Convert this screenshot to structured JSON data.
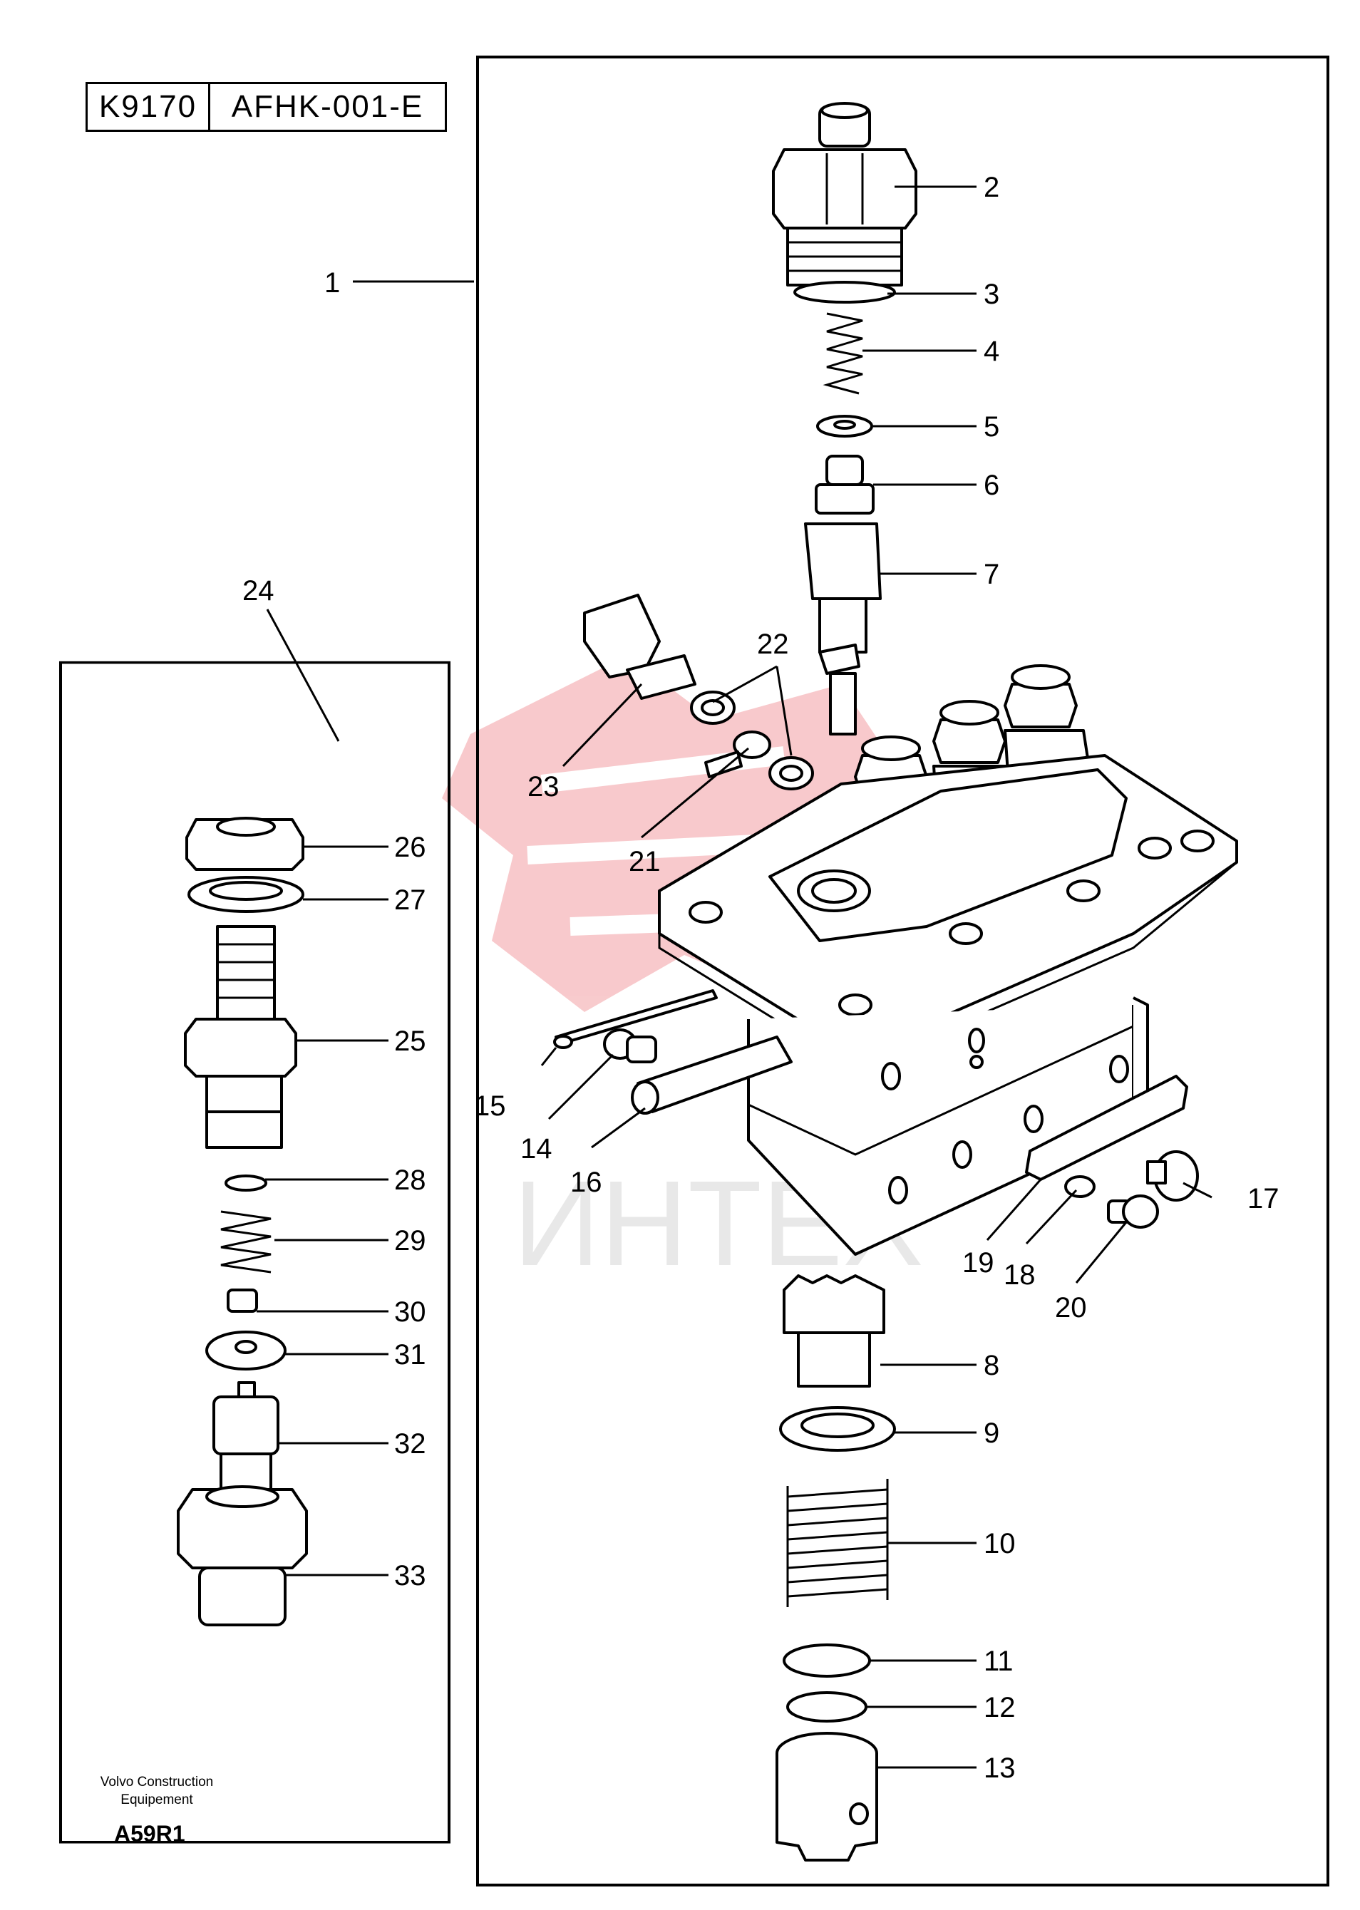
{
  "header": {
    "code": "K9170",
    "ref": "AFHK-001-E"
  },
  "watermark": {
    "text": "ИНТЕХ",
    "color": "#e0101a"
  },
  "footer": {
    "line1": "Volvo Construction",
    "line2": "Equipement",
    "code": "A59R1"
  },
  "callouts": {
    "n1": "1",
    "n2": "2",
    "n3": "3",
    "n4": "4",
    "n5": "5",
    "n6": "6",
    "n7": "7",
    "n8": "8",
    "n9": "9",
    "n10": "10",
    "n11": "11",
    "n12": "12",
    "n13": "13",
    "n14": "14",
    "n15": "15",
    "n16": "16",
    "n17": "17",
    "n18": "18",
    "n19": "19",
    "n20": "20",
    "n21": "21",
    "n22": "22",
    "n23": "23",
    "n24": "24",
    "n25": "25",
    "n26": "26",
    "n27": "27",
    "n28": "28",
    "n29": "29",
    "n30": "30",
    "n31": "31",
    "n32": "32",
    "n33": "33"
  }
}
